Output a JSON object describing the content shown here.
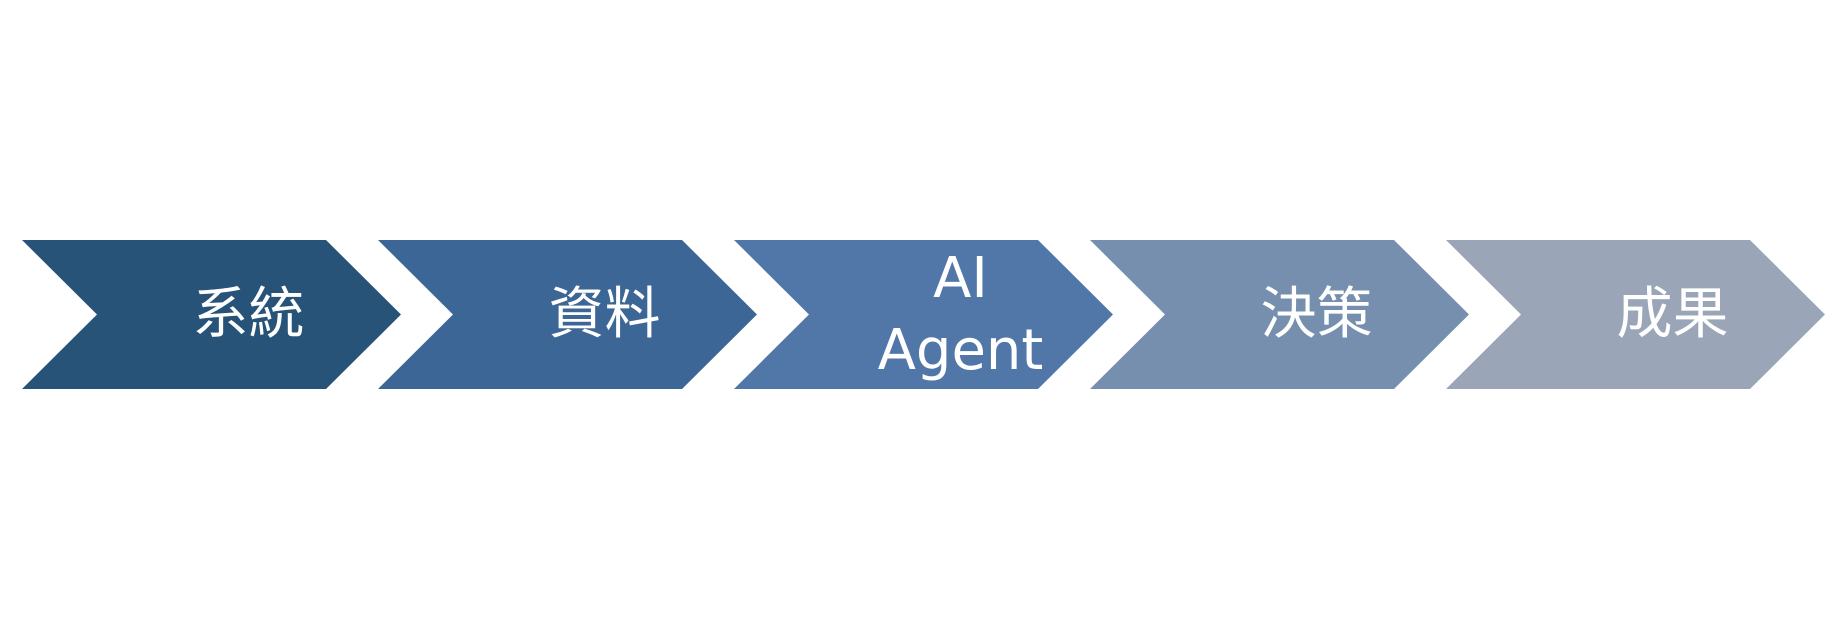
{
  "diagram": {
    "steps": [
      {
        "lines": [
          "系統"
        ],
        "color": "#275379"
      },
      {
        "lines": [
          "資料"
        ],
        "color": "#3c6695"
      },
      {
        "lines": [
          "AI",
          "Agent"
        ],
        "color": "#5077a8"
      },
      {
        "lines": [
          "決策"
        ],
        "color": "#768faf"
      },
      {
        "lines": [
          "成果"
        ],
        "color": "#9aa6b8"
      }
    ]
  }
}
